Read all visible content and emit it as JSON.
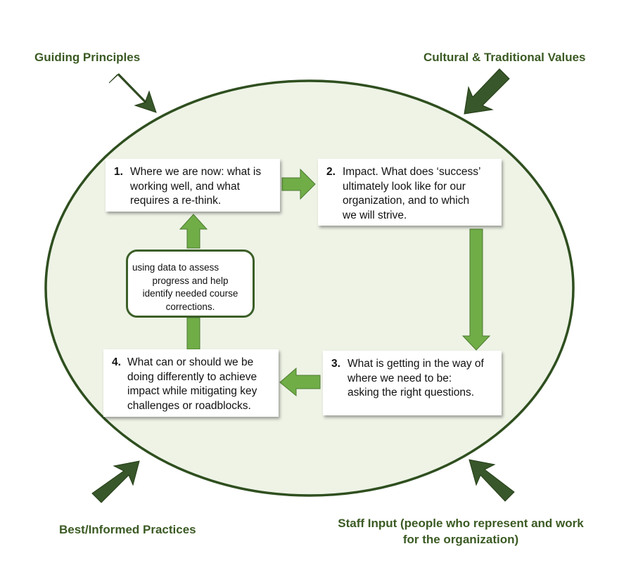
{
  "colors": {
    "ellipse_fill": "#eef3e6",
    "ellipse_stroke": "#2f4f1f",
    "arrow_dark": "#38572a",
    "arrow_light": "#70ad47",
    "label_text": "#3b5a23"
  },
  "influences": {
    "top_left": "Guiding Principles",
    "top_right": "Cultural & Traditional Values",
    "bottom_left": "Best/Informed Practices",
    "bottom_right_line1": "Staff Input (people who represent and work",
    "bottom_right_line2": "for the organization)"
  },
  "steps": [
    {
      "num": "1.",
      "lines": [
        "Where we are now: what is",
        "working well, and what",
        "requires a re-think."
      ]
    },
    {
      "num": "2.",
      "lines": [
        "Impact. What does ‘success’",
        "ultimately look like for our",
        "organization, and to which",
        "we will strive."
      ]
    },
    {
      "num": "3.",
      "lines": [
        "What is getting in the way of",
        "where we need to be:",
        "asking the right questions."
      ]
    },
    {
      "num": "4.",
      "lines": [
        "What can or should we be",
        "doing differently to achieve",
        "impact while mitigating key",
        "challenges or roadblocks."
      ]
    }
  ],
  "note": {
    "lines": [
      "using data to assess",
      "progress and help",
      "identify needed course",
      "corrections."
    ]
  }
}
